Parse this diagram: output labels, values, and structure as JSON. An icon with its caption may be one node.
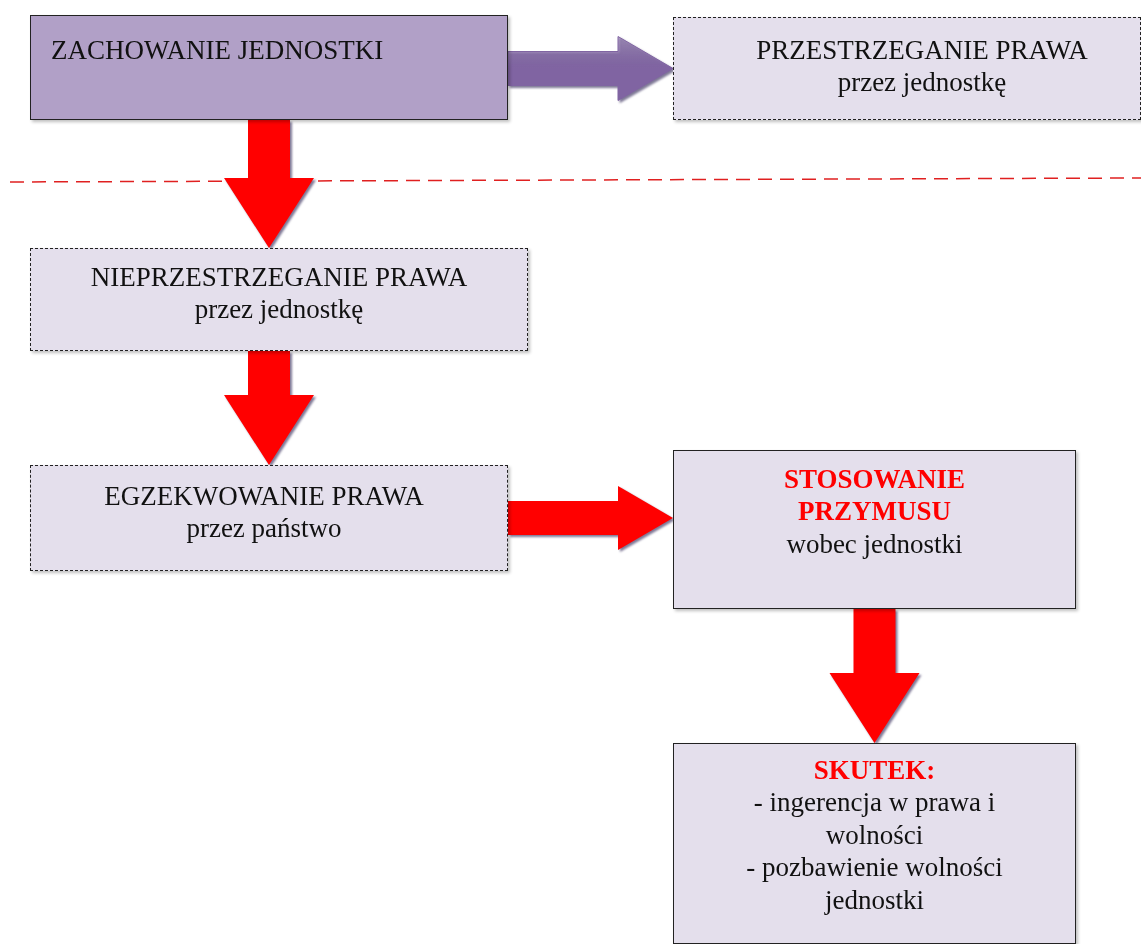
{
  "diagram": {
    "nodes": [
      {
        "text": [
          "ZACHOWANIE JEDNOSTKI"
        ]
      },
      {
        "text": [
          "PRZESTRZEGANIE PRAWA",
          "przez jednostkę"
        ]
      },
      {
        "text": [
          "NIEPRZESTRZEGANIE PRAWA",
          "przez jednostkę"
        ]
      },
      {
        "text": [
          "EGZEKWOWANIE PRAWA",
          "przez państwo"
        ]
      },
      {
        "text": [
          "STOSOWANIE PRZYMUSU",
          "wobec jednostki"
        ]
      },
      {
        "text": [
          "SKUTEK:",
          "- ingerencja w prawa i wolności",
          "- pozbawienie wolności jednostki"
        ]
      }
    ],
    "edges": [
      {
        "from": 0,
        "to": 1,
        "arrow": "to",
        "style": "thick",
        "color": "#8064a2"
      },
      {
        "from": 0,
        "to": 2,
        "arrow": "to",
        "style": "thick"
      },
      {
        "from": 2,
        "to": 3,
        "arrow": "to",
        "style": "thick"
      },
      {
        "from": 3,
        "to": 4,
        "arrow": "to",
        "style": "thick"
      },
      {
        "from": 4,
        "to": 5,
        "arrow": "to",
        "style": "thick"
      }
    ]
  }
}
